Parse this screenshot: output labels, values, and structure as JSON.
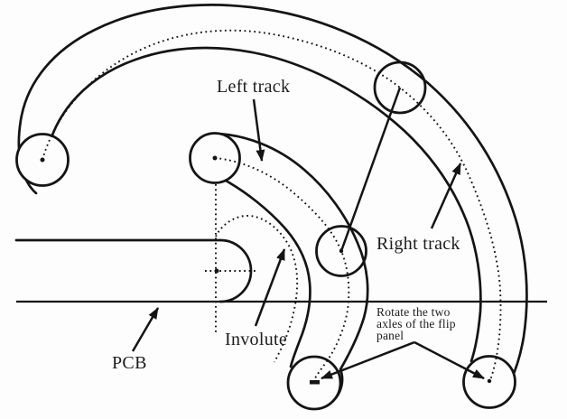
{
  "diagram": {
    "title_hint": "flip panel hinge track diagram",
    "labels": {
      "left_track": "Left track",
      "right_track": "Right track",
      "involute": "Involute",
      "pcb": "PCB",
      "rotate_line1": "Rotate the two",
      "rotate_line2": "axles of the flip",
      "rotate_line3": "panel"
    },
    "colors": {
      "stroke": "#141414",
      "background": "#fdfdfd",
      "text": "#1c1c1c"
    }
  }
}
